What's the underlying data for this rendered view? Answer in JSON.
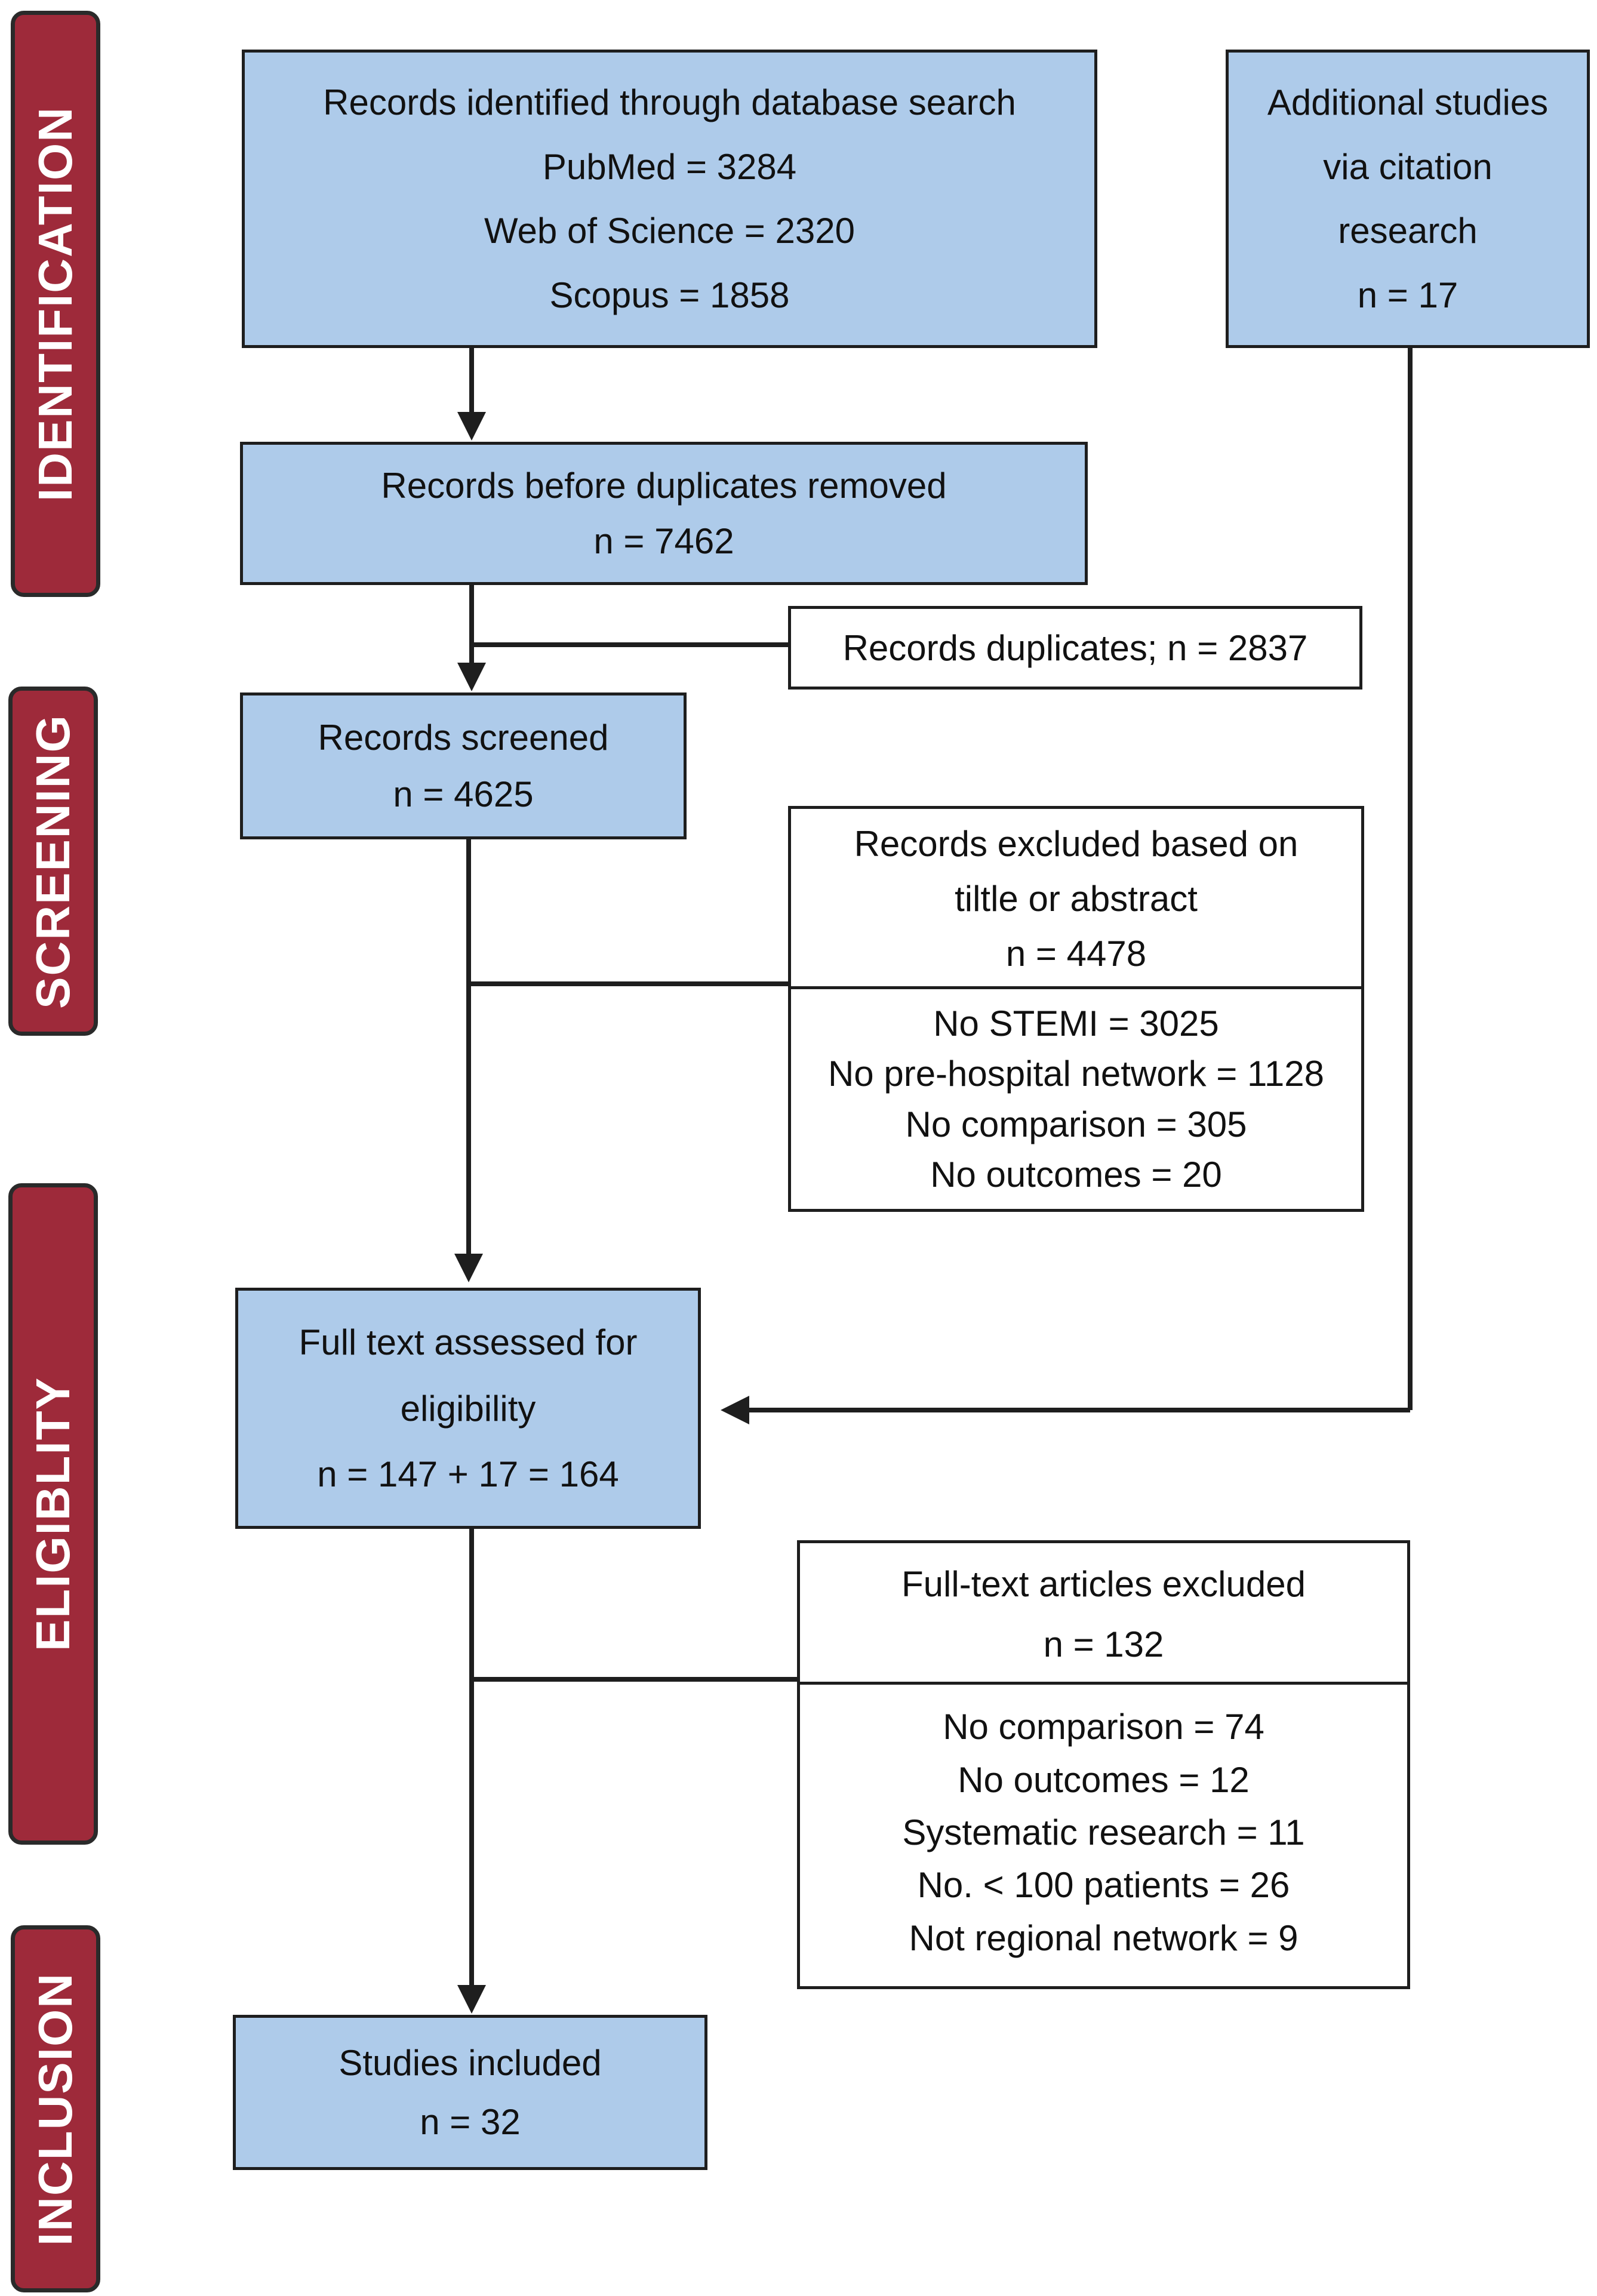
{
  "phases": {
    "identification": "IDENTIFICATION",
    "screening": "SCREENING",
    "eligibility": "ELIGIBLITY",
    "inclusion": "INCLUSION"
  },
  "database_search": {
    "title": "Records identified through database search",
    "sources": [
      "PubMed = 3284",
      "Web of Science = 2320",
      "Scopus = 1858"
    ]
  },
  "additional_studies": {
    "lines": [
      "Additional studies",
      "via citation",
      "research",
      "n = 17"
    ]
  },
  "before_duplicates": {
    "title": "Records before duplicates removed",
    "count": "n = 7462"
  },
  "duplicates": {
    "label": "Records duplicates; n = 2837"
  },
  "screened": {
    "title": "Records screened",
    "count": "n = 4625"
  },
  "excluded_title_abstract": {
    "header_lines": [
      "Records excluded based on",
      "tiltle or abstract",
      "n = 4478"
    ],
    "reasons": [
      "No STEMI = 3025",
      "No pre-hospital network = 1128",
      "No comparison = 305",
      "No outcomes = 20"
    ]
  },
  "full_text": {
    "lines": [
      "Full text assessed for",
      "eligibility",
      "n = 147 + 17 = 164"
    ]
  },
  "fulltext_excluded": {
    "header_lines": [
      "Full-text articles excluded",
      "n = 132"
    ],
    "reasons": [
      "No comparison = 74",
      "No outcomes = 12",
      "Systematic research = 11",
      "No. < 100 patients = 26",
      "Not regional network = 9"
    ]
  },
  "included": {
    "title": "Studies included",
    "count": "n = 32"
  },
  "colors": {
    "box_fill": "#aecbea",
    "phase_tag": "#9e2a3a",
    "line": "#1e1e1e"
  }
}
